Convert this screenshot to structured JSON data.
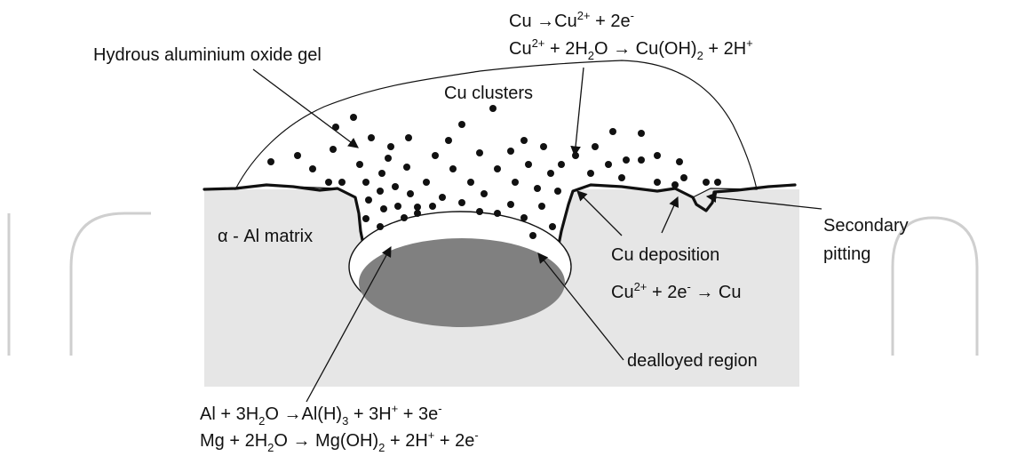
{
  "colors": {
    "matrix": "#e6e6e6",
    "dealloyed": "#808080",
    "gel": "#ffffff",
    "ink": "#111111"
  },
  "labels": {
    "gel": "Hydrous aluminium oxide gel",
    "clusters": "Cu clusters",
    "matrix": "α - Al matrix",
    "deposition": "Cu deposition",
    "secondary_line1": "Secondary",
    "secondary_line2": "pitting",
    "dealloyed": "dealloyed region"
  },
  "equations": {
    "cu1": {
      "a": "Cu →Cu",
      "a_sup": "2+",
      "b": " + 2e",
      "b_sup": "-"
    },
    "cu2": {
      "a": "Cu",
      "a_sup": "2+",
      "b": " + 2H",
      "b_sub": "2",
      "c": "O → Cu(OH)",
      "c_sub": "2",
      "d": " + 2H",
      "d_sup": "+"
    },
    "dep": {
      "a": "Cu",
      "a_sup": "2+",
      "b": " + 2e",
      "b_sup": "-",
      "c": " → Cu"
    },
    "al": {
      "a": "Al + 3H",
      "a_sub": "2",
      "b": "O →Al(H)",
      "b_sub": "3",
      "c": " + 3H",
      "c_sup": "+",
      "d": " + 3e",
      "d_sup": "-"
    },
    "mg": {
      "a": "Mg + 2H",
      "a_sub": "2",
      "b": "O → Mg(OH)",
      "b_sub": "2",
      "c": " + 2H",
      "c_sup": "+",
      "d": " + 2e",
      "d_sup": "-"
    }
  }
}
